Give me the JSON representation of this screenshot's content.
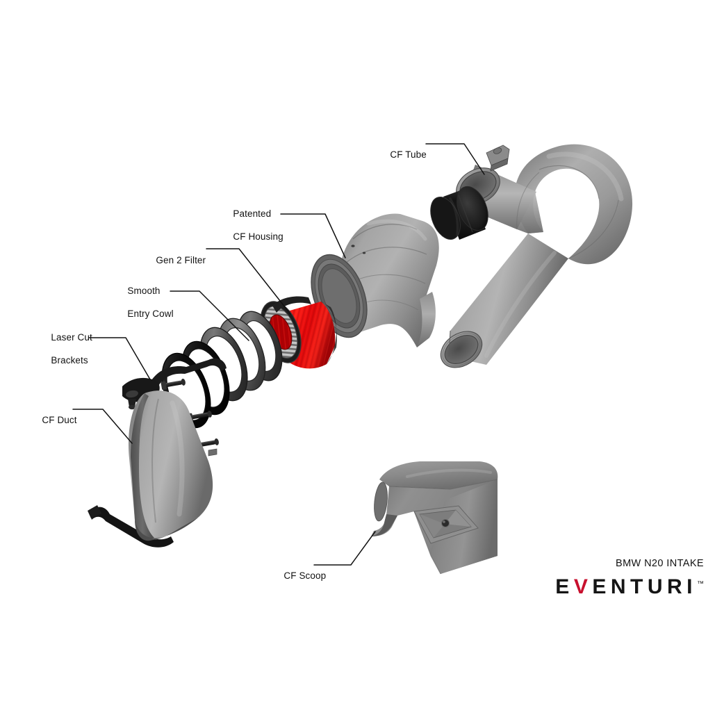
{
  "diagram": {
    "title": "BMW N20 INTAKE",
    "background_color": "#ffffff",
    "callouts": [
      {
        "id": "cf-tube",
        "label": "CF Tube",
        "lines": [
          "CF Tube"
        ]
      },
      {
        "id": "cf-housing",
        "label": "Patented CF Housing",
        "lines": [
          "Patented",
          "CF Housing"
        ]
      },
      {
        "id": "gen2-filter",
        "label": "Gen 2 Filter",
        "lines": [
          "Gen 2 Filter"
        ]
      },
      {
        "id": "entry-cowl",
        "label": "Smooth Entry Cowl",
        "lines": [
          "Smooth",
          "Entry Cowl"
        ]
      },
      {
        "id": "laser-brackets",
        "label": "Laser Cut Brackets",
        "lines": [
          "Laser Cut",
          "Brackets"
        ]
      },
      {
        "id": "cf-duct",
        "label": "CF Duct",
        "lines": [
          "CF Duct"
        ]
      },
      {
        "id": "cf-scoop",
        "label": "CF Scoop",
        "lines": [
          "CF Scoop"
        ]
      }
    ],
    "parts": [
      {
        "id": "cf-tube",
        "name": "CF Tube",
        "color": "#8e8e8e",
        "description": "180 degree U-bend carbon tube"
      },
      {
        "id": "coupler",
        "name": "Rubber Coupler",
        "color": "#1b1b1b",
        "description": "black silicone joining sleeve"
      },
      {
        "id": "cf-housing",
        "name": "Patented CF Housing",
        "color": "#8a8a8a",
        "description": "tapered bell housing"
      },
      {
        "id": "gen2-filter",
        "name": "Gen 2 Filter",
        "color": "#e30613",
        "description": "red conical pleated filter"
      },
      {
        "id": "entry-cowl",
        "name": "Smooth Entry Cowl",
        "color": "#3a3a3a",
        "description": "stacked velocity stack rings"
      },
      {
        "id": "laser-brackets",
        "name": "Laser Cut Brackets",
        "color": "#1e1e1e",
        "description": "black steel mounting brackets and bolts"
      },
      {
        "id": "cf-duct",
        "name": "CF Duct",
        "color": "#9a9a9a",
        "description": "curved feed duct"
      },
      {
        "id": "cf-scoop",
        "name": "CF Scoop",
        "color": "#8c8c8c",
        "description": "front air scoop"
      }
    ]
  },
  "brand": {
    "model_text": "BMW N20 INTAKE",
    "name_left": "E",
    "name_vee": "V",
    "name_right": "ENTURI",
    "trademark": "™",
    "accent_color": "#c8102e"
  }
}
